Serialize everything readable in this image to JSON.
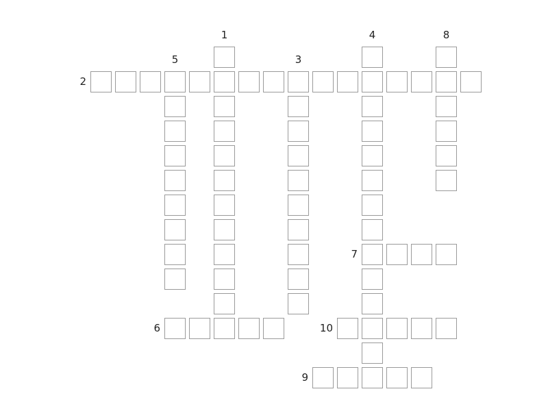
{
  "puzzle": {
    "words": [
      {
        "number": "1",
        "direction": "down",
        "row": 0,
        "col": 5,
        "length": 11
      },
      {
        "number": "2",
        "direction": "across",
        "row": 1,
        "col": 0,
        "length": 16
      },
      {
        "number": "3",
        "direction": "down",
        "row": 1,
        "col": 8,
        "length": 10
      },
      {
        "number": "4",
        "direction": "down",
        "row": 0,
        "col": 11,
        "length": 13
      },
      {
        "number": "5",
        "direction": "down",
        "row": 1,
        "col": 3,
        "length": 9
      },
      {
        "number": "6",
        "direction": "across",
        "row": 11,
        "col": 3,
        "length": 5
      },
      {
        "number": "7",
        "direction": "across",
        "row": 8,
        "col": 11,
        "length": 4
      },
      {
        "number": "8",
        "direction": "down",
        "row": 0,
        "col": 14,
        "length": 6
      },
      {
        "number": "9",
        "direction": "across",
        "row": 13,
        "col": 9,
        "length": 5
      },
      {
        "number": "10",
        "direction": "across",
        "row": 11,
        "col": 10,
        "length": 5
      }
    ]
  }
}
